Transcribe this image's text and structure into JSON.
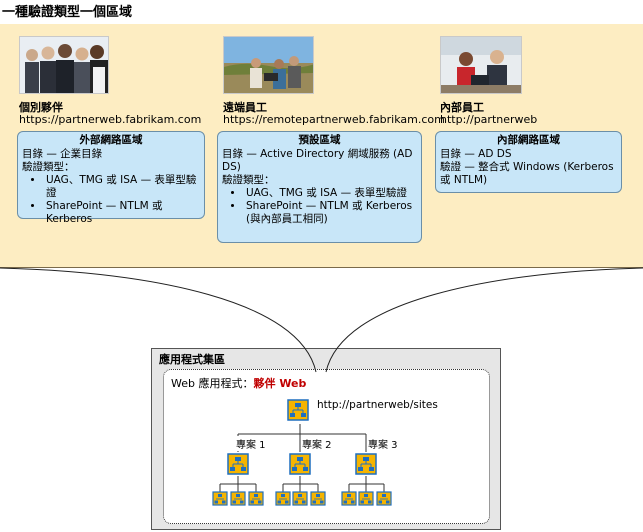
{
  "title": "一種驗證類型一個區域",
  "users": [
    {
      "name": "個別夥伴",
      "url": "https://partnerweb.fabrikam.com",
      "zone": {
        "title": "外部網路區域",
        "lines": [
          "目錄 — 企業目錄",
          "驗證類型："
        ],
        "bullets": [
          "UAG、TMG 或 ISA — 表單型驗證",
          "SharePoint — NTLM 或 Kerberos"
        ]
      }
    },
    {
      "name": "遠端員工",
      "url": "https://remotepartnerweb.fabrikam.com",
      "zone": {
        "title": "預設區域",
        "lines": [
          "目錄 — Active Directory 網域服務 (AD DS)",
          "驗證類型："
        ],
        "bullets": [
          "UAG、TMG 或 ISA — 表單型驗證",
          "SharePoint — NTLM 或 Kerberos (與內部員工相同)"
        ]
      }
    },
    {
      "name": "內部員工",
      "url": "http://partnerweb",
      "zone": {
        "title": "內部網路區域",
        "lines": [
          "目錄 — AD DS",
          "驗證 — 整合式 Windows (Kerberos 或 NTLM)"
        ],
        "bullets": []
      }
    }
  ],
  "farm": {
    "label": "應用程式集區",
    "webapp_prefix": "Web 應用程式：",
    "webapp_name": "夥伴 Web",
    "site_url": "http://partnerweb/sites",
    "projects": [
      "專案 1",
      "專案 2",
      "專案 3"
    ]
  },
  "colors": {
    "band": "#fdedc2",
    "zone_fill": "#c8e6f8",
    "accent": "#c00000",
    "icon_fill": "#f5b400",
    "icon_frame": "#1f6fbf"
  },
  "icons": [
    "site-hierarchy-icon"
  ]
}
